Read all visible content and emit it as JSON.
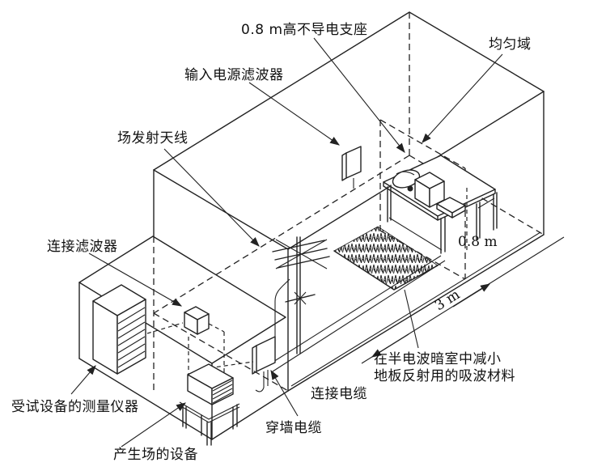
{
  "diagram": {
    "title_context": "semi-anechoic-chamber radiated immunity test setup",
    "colors": {
      "line": "#222222",
      "text": "#111111",
      "background": "#ffffff"
    },
    "labels": {
      "support": "0.8 m高不导电支座",
      "input_filter": "输入电源滤波器",
      "uniform_area": "均匀域",
      "antenna": "场发射天线",
      "connect_filter": "连接滤波器",
      "instruments": "受试设备的测量仪器",
      "generator": "产生场的设备",
      "wall_cable": "穿墙电缆",
      "connect_cable": "连接电缆",
      "absorber_line1": "在半电波暗室中减小",
      "absorber_line2": "地板反射用的吸波材料"
    },
    "dimensions": {
      "table_height": "0.8 m",
      "antenna_distance": "3 m"
    }
  }
}
